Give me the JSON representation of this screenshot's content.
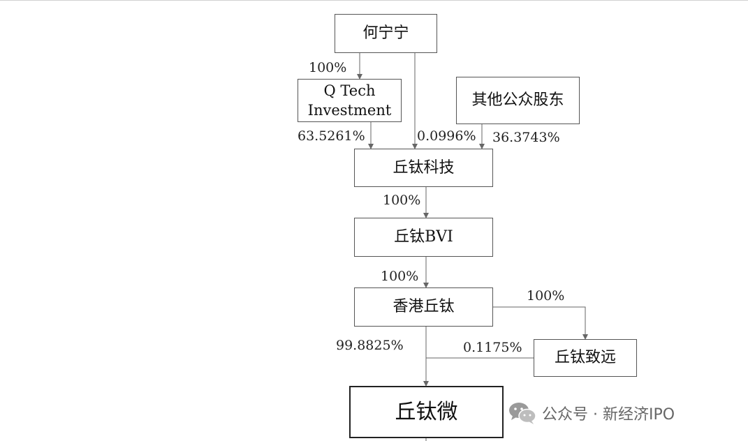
{
  "nodes": {
    "he_ningning": "何宁宁",
    "q_tech": "Q Tech\nInvestment",
    "public_shareholders": "其他公众股东",
    "qiutai_tech": "丘钛科技",
    "qiutai_bvi": "丘钛BVI",
    "hk_qiutai": "香港丘钛",
    "qiutai_zhiyuan": "丘钛致远",
    "qiutai_micro": "丘钛微"
  },
  "edges": {
    "he_to_qtech": "100%",
    "qtech_to_tech": "63.5261%",
    "he_to_tech": "0.0996%",
    "public_to_tech": "36.3743%",
    "tech_to_bvi": "100%",
    "bvi_to_hk": "100%",
    "hk_to_zhiyuan": "100%",
    "hk_to_micro": "99.8825%",
    "zhiyuan_to_micro": "0.1175%"
  },
  "watermark": {
    "text": "公众号 · 新经济IPO",
    "icon": "wechat-icon"
  },
  "colors": {
    "line": "#666666",
    "border": "#555555",
    "watermark": "#666666"
  }
}
